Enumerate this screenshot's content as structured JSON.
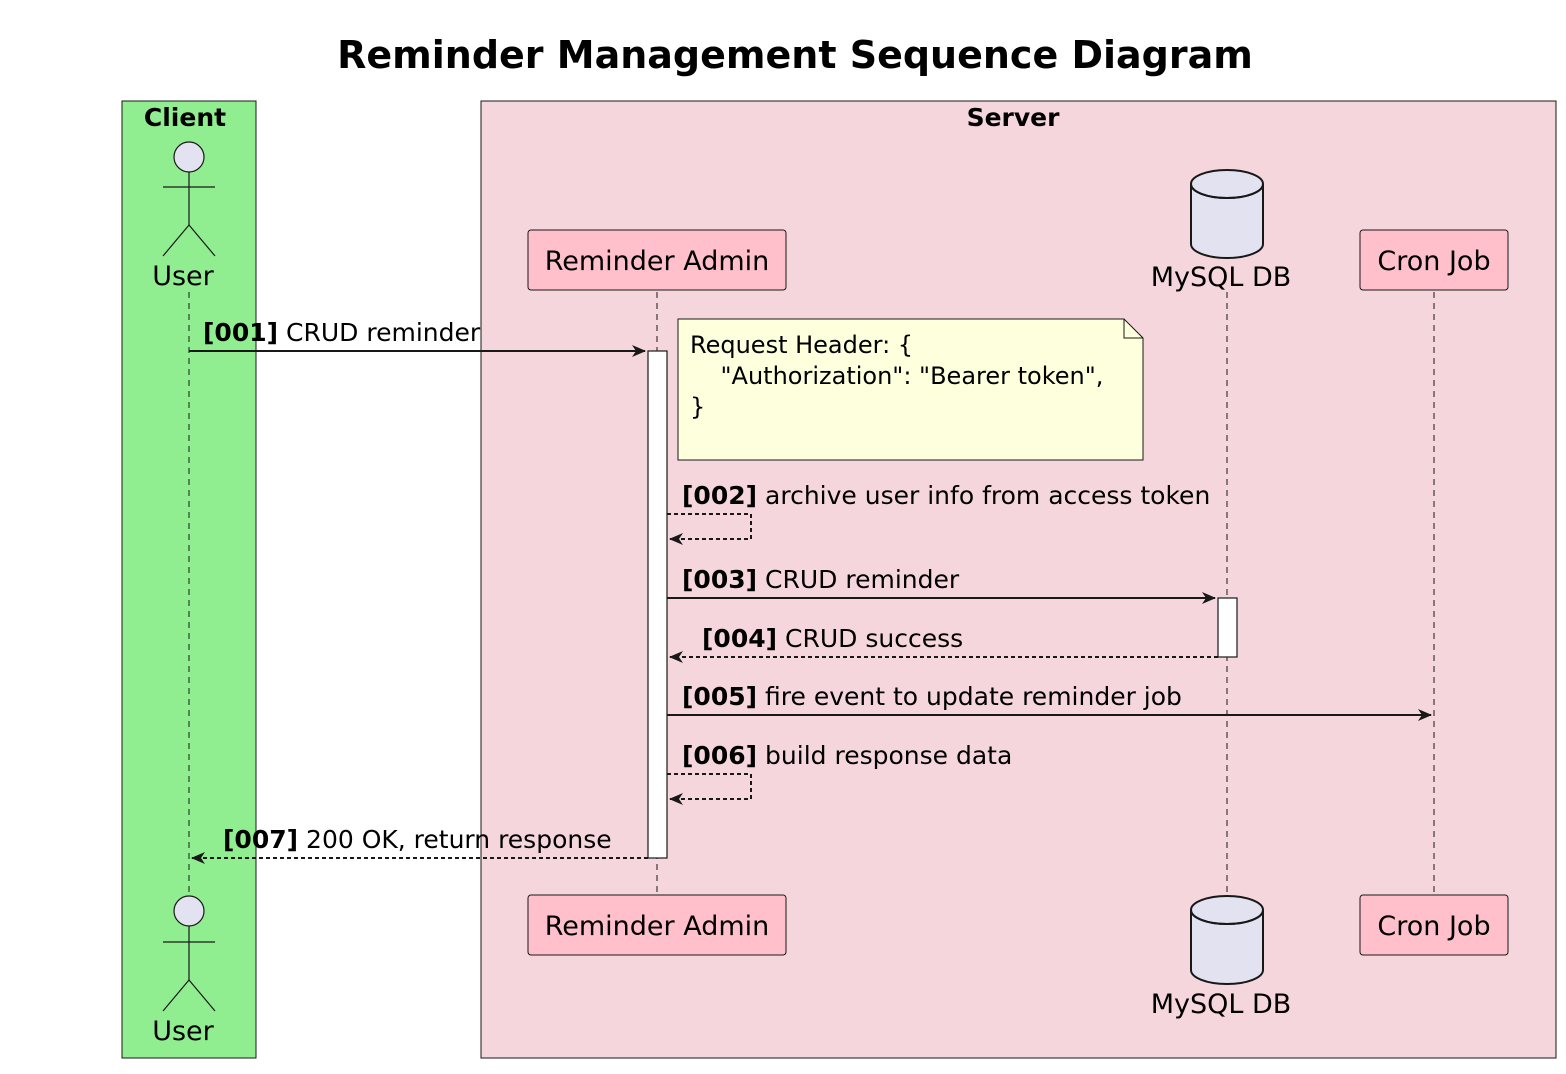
{
  "title": "Reminder Management Sequence Diagram",
  "boxes": {
    "client": {
      "label": "Client",
      "color": "#90EE90"
    },
    "server": {
      "label": "Server",
      "color": "#F5D6DC"
    }
  },
  "participants": {
    "user": {
      "label": "User",
      "kind": "actor"
    },
    "admin": {
      "label": "Reminder Admin",
      "kind": "participant"
    },
    "db": {
      "label": "MySQL DB",
      "kind": "database"
    },
    "cron": {
      "label": "Cron Job",
      "kind": "participant"
    }
  },
  "colors": {
    "participant_fill": "#FFC0CB",
    "actor_fill": "#E2E2F0",
    "note_fill": "#FEFFDD"
  },
  "note": {
    "lines": [
      "Request Header: {",
      "    \"Authorization\": \"Bearer token\",",
      "}"
    ]
  },
  "messages": [
    {
      "id": "m1",
      "num": "[001]",
      "text": "CRUD reminder",
      "from": "user",
      "to": "admin",
      "style": "solid"
    },
    {
      "id": "m2",
      "num": "[002]",
      "text": "archive user info from access token",
      "from": "admin",
      "to": "admin",
      "style": "dashed"
    },
    {
      "id": "m3",
      "num": "[003]",
      "text": "CRUD reminder",
      "from": "admin",
      "to": "db",
      "style": "solid"
    },
    {
      "id": "m4",
      "num": "[004]",
      "text": "CRUD success",
      "from": "db",
      "to": "admin",
      "style": "dashed"
    },
    {
      "id": "m5",
      "num": "[005]",
      "text": "fire event to update reminder job",
      "from": "admin",
      "to": "cron",
      "style": "solid"
    },
    {
      "id": "m6",
      "num": "[006]",
      "text": "build response data",
      "from": "admin",
      "to": "admin",
      "style": "dashed"
    },
    {
      "id": "m7",
      "num": "[007]",
      "text": "200 OK, return response",
      "from": "admin",
      "to": "user",
      "style": "dashed"
    }
  ]
}
